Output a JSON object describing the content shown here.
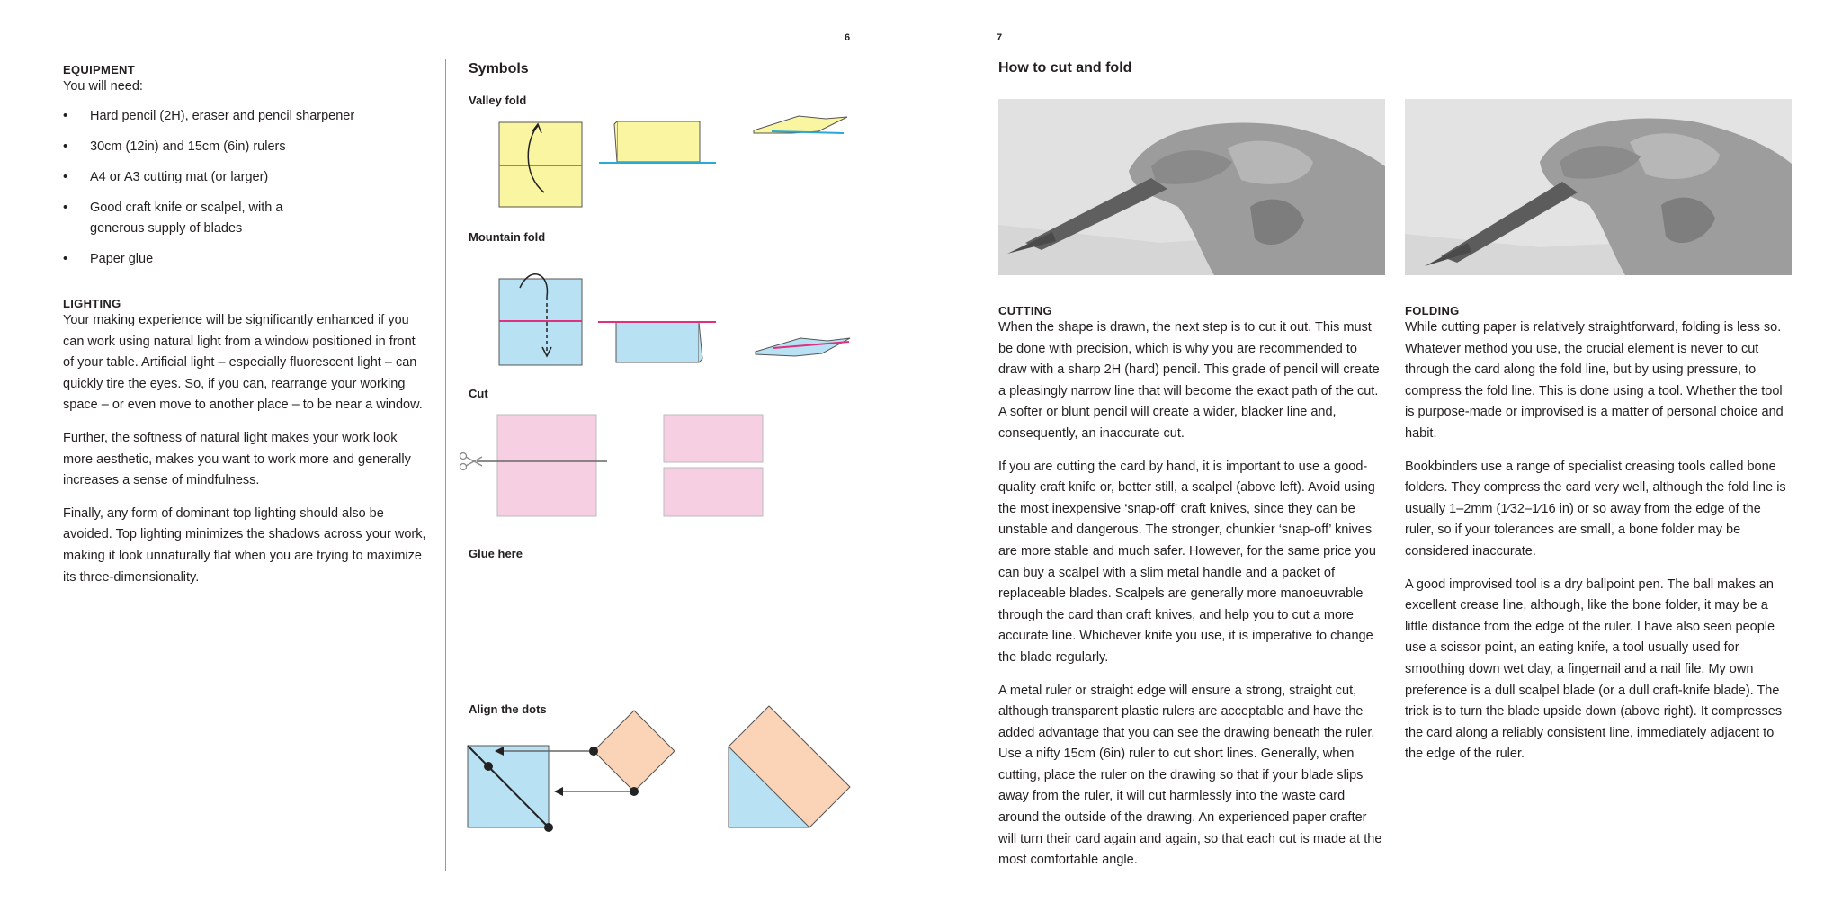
{
  "page_left": {
    "number": "6"
  },
  "page_right": {
    "number": "7"
  },
  "equipment": {
    "heading": "EQUIPMENT",
    "intro": "You will need:",
    "items": [
      "Hard pencil (2H), eraser and pencil sharpener",
      "30cm (12in) and 15cm (6in) rulers",
      "A4 or A3 cutting mat (or larger)",
      "Good craft knife or scalpel, with a generous supply of blades",
      "Paper glue"
    ]
  },
  "lighting": {
    "heading": "LIGHTING",
    "paragraphs": [
      "Your making experience will be significantly enhanced if you can work using natural light from a window positioned in front of your table. Artificial light – especially fluorescent light – can quickly tire the eyes. So, if you can, rearrange your working space – or even move to another place – to be near a window.",
      "Further, the softness of natural light makes your work look more aesthetic, makes you want to work more and generally increases a sense of mindfulness.",
      "Finally, any form of dominant top lighting should also be avoided. Top lighting minimizes the shadows across your work, making it look unnaturally flat when you are trying to maximize its three-dimensionality."
    ]
  },
  "symbols": {
    "title": "Symbols",
    "valley": "Valley fold",
    "mountain": "Mountain fold",
    "cut": "Cut",
    "glue": "Glue here",
    "align": "Align the dots"
  },
  "spread": {
    "title": "How to cut and fold"
  },
  "cutting": {
    "heading": "CUTTING",
    "paragraphs": [
      "When the shape is drawn, the next step is to cut it out. This must be done with precision, which is why you are recommended to draw with a sharp 2H (hard) pencil. This grade of pencil will create a pleasingly narrow line that will become the exact path of the cut. A softer or blunt pencil will create a wider, blacker line and, consequently, an inaccurate cut.",
      "If you are cutting the card by hand, it is important to use a good-quality craft knife or, better still, a scalpel (above left). Avoid using the most inexpensive ‘snap-off’ craft knives, since they can be unstable and dangerous. The stronger, chunkier ‘snap-off’ knives are more stable and much safer. However, for the same price you can buy a scalpel with a slim metal handle and a packet of replaceable blades. Scalpels are generally more manoeuvrable through the card than craft knives, and help you to cut a more accurate line. Whichever knife you use, it is imperative to change the blade regularly.",
      "A metal ruler or straight edge will ensure a strong, straight cut, although transparent plastic rulers are acceptable and have the added advantage that you can see the drawing beneath the ruler. Use a nifty 15cm (6in) ruler to cut short lines. Generally, when cutting, place the ruler on the drawing so that if your blade slips away from the ruler, it will cut harmlessly into the waste card around the outside of the drawing. An experienced paper crafter will turn their card again and again, so that each cut is made at the most comfortable angle."
    ]
  },
  "folding": {
    "heading": "FOLDING",
    "paragraphs": [
      "While cutting paper is relatively straightforward, folding is less so. Whatever method you use, the crucial element is never to cut through the card along the fold line, but by using pressure, to compress the fold line. This is done using a tool. Whether the tool is purpose-made or improvised is a matter of personal choice and habit.",
      "Bookbinders use a range of specialist creasing tools called bone folders. They compress the card very well, although the fold line is usually 1–2mm (1⁄32–1⁄16 in) or so away from the edge of the ruler, so if your tolerances are small, a bone folder may be considered inaccurate.",
      "A good improvised tool is a dry ballpoint pen. The ball makes an excellent crease line, although, like the bone folder, it may be a little distance from the edge of the ruler. I have also seen people use a scissor point, an eating knife, a tool usually used for smoothing down wet clay, a fingernail and a nail file. My own preference is a dull scalpel blade (or a dull craft-knife blade). The trick is to turn the blade upside down (above right). It compresses the card along a reliably consistent line, immediately adjacent to the edge of the ruler."
    ]
  },
  "colors": {
    "valley_fill": "#faf5a0",
    "valley_line": "#29a9d6",
    "mountain_fill": "#b9e1f4",
    "mountain_line": "#e0317e",
    "cut_fill": "#f7cfe3",
    "glue_green": "#d9e8b4",
    "glue_lilac": "#d9d6ec",
    "align_blue": "#b9e1f4",
    "align_peach": "#fbd4b8"
  }
}
